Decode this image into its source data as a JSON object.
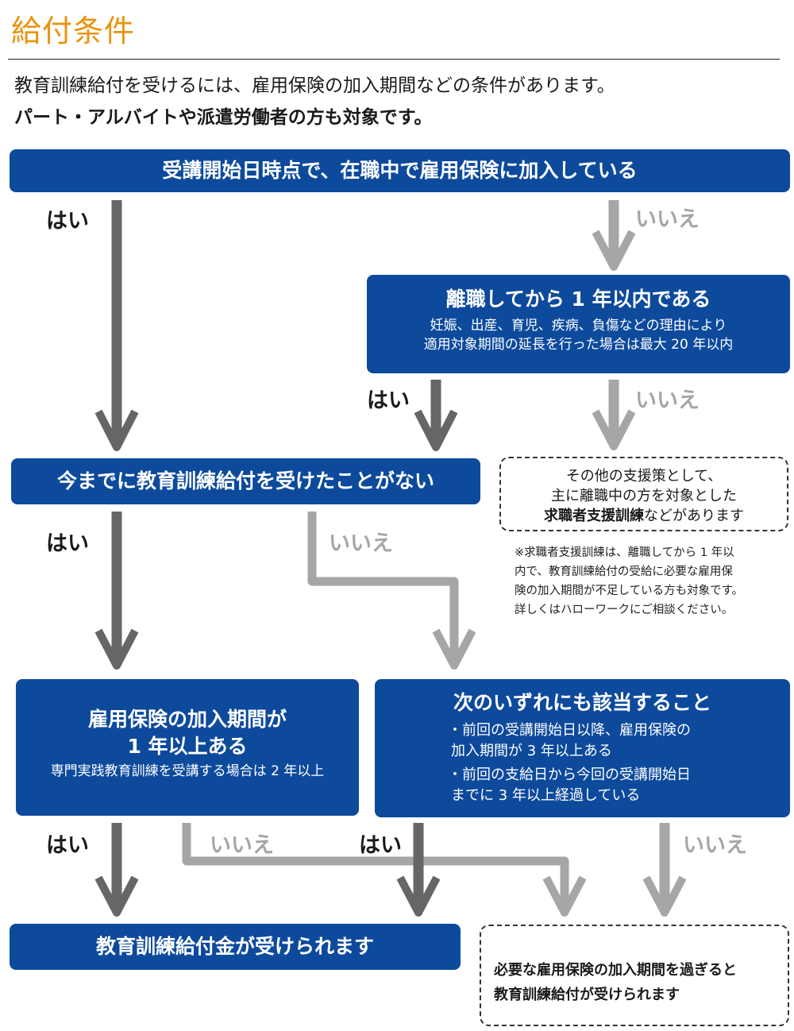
{
  "header": {
    "title": "給付条件",
    "intro_line1": "教育訓練給付を受けるには、雇用保険の加入期間などの条件があります。",
    "intro_line2": "パート・アルバイトや派遣労働者の方も対象です。"
  },
  "flow": {
    "q1": "受講開始日時点で、在職中で雇用保険に加入している",
    "q2": {
      "title": "離職してから 1 年以内である",
      "sub1": "妊娠、出産、育児、疾病、負傷などの理由により",
      "sub2": "適用対象期間の延長を行った場合は最大 20 年以内"
    },
    "q3": "今までに教育訓練給付を受けたことがない",
    "other_support": {
      "line1": "その他の支援策として、",
      "line2": "主に離職中の方を対象とした",
      "line3_bold": "求職者支援訓練",
      "line3_rest": "などがあります"
    },
    "note": {
      "line1": "※求職者支援訓練は、離職してから 1 年以",
      "line2": "内で、教育訓練給付の受給に必要な雇用保",
      "line3": "険の加入期間が不足している方も対象です。",
      "line4": "詳しくはハローワークにご相談ください。"
    },
    "q4": {
      "title1": "雇用保険の加入期間が",
      "title2": "1 年以上ある",
      "sub": "専門実践教育訓練を受講する場合は 2 年以上"
    },
    "q5": {
      "title": "次のいずれにも該当すること",
      "item1a": "・前回の受講開始日以降、雇用保険の",
      "item1b": "加入期間が 3 年以上ある",
      "item2a": "・前回の支給日から今回の受講開始日",
      "item2b": "までに 3 年以上経過している"
    },
    "result": "教育訓練給付金が受けられます",
    "wait": {
      "line1": "必要な雇用保険の加入期間を過ぎると",
      "line2": "教育訓練給付が受けられます"
    },
    "yes_label": "はい",
    "no_label": "いいえ"
  },
  "colors": {
    "title_orange": "#e9930e",
    "box_blue": "#0d4a9c",
    "arrow_dark": "#666666",
    "arrow_light": "#a6a6a6"
  }
}
